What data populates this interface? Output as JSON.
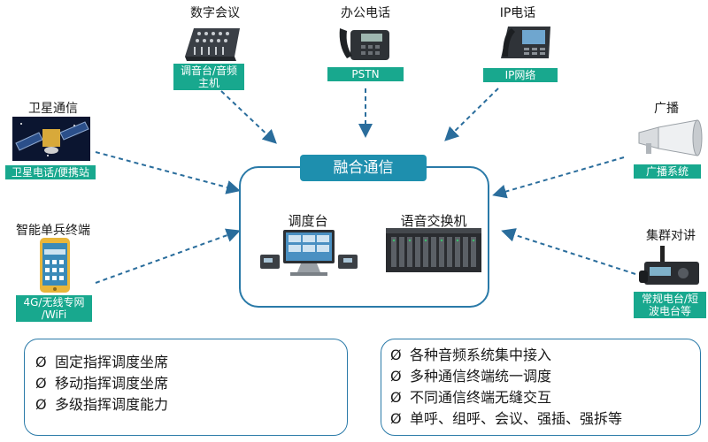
{
  "hub": {
    "title": "融合通信",
    "dispatch_label": "调度台",
    "switch_label": "语音交换机"
  },
  "sources": {
    "digital_conference": {
      "title": "数字会议",
      "tag": "调音台/音频主机",
      "tag_l1": "调音台/音频",
      "tag_l2": "主机",
      "icon": "mixer-icon"
    },
    "office_phone": {
      "title": "办公电话",
      "tag": "PSTN",
      "icon": "desk-phone-icon"
    },
    "ip_phone": {
      "title": "IP电话",
      "tag": "IP网络",
      "icon": "ip-phone-icon"
    },
    "satellite": {
      "title": "卫星通信",
      "tag": "卫星电话/便携站",
      "icon": "satellite-icon"
    },
    "broadcast": {
      "title": "广播",
      "tag": "广播系统",
      "icon": "loudspeaker-icon"
    },
    "soldier_terminal": {
      "title": "智能单兵终端",
      "tag": "4G/无线专网/WiFi",
      "tag_l1": "4G/无线专网",
      "tag_l2": "/WiFi",
      "icon": "smartphone-icon"
    },
    "trunk_radio": {
      "title": "集群对讲",
      "tag": "常规电台/短波电台等",
      "tag_l1": "常规电台/短",
      "tag_l2": "波电台等",
      "icon": "radio-icon"
    }
  },
  "features_left": {
    "bullet": "Ø",
    "items": [
      "固定指挥调度坐席",
      "移动指挥调度坐席",
      "多级指挥调度能力"
    ]
  },
  "features_right": {
    "bullet": "Ø",
    "items": [
      "各种音频系统集中接入",
      "多种通信终端统一调度",
      "不同通信终端无缝交互",
      "单呼、组呼、会议、强插、强拆等"
    ]
  },
  "colors": {
    "tag_bg": "#18a88e",
    "hub_title_bg": "#1e8fae",
    "border": "#2a7aa8",
    "arrow": "#2a6d9c"
  }
}
